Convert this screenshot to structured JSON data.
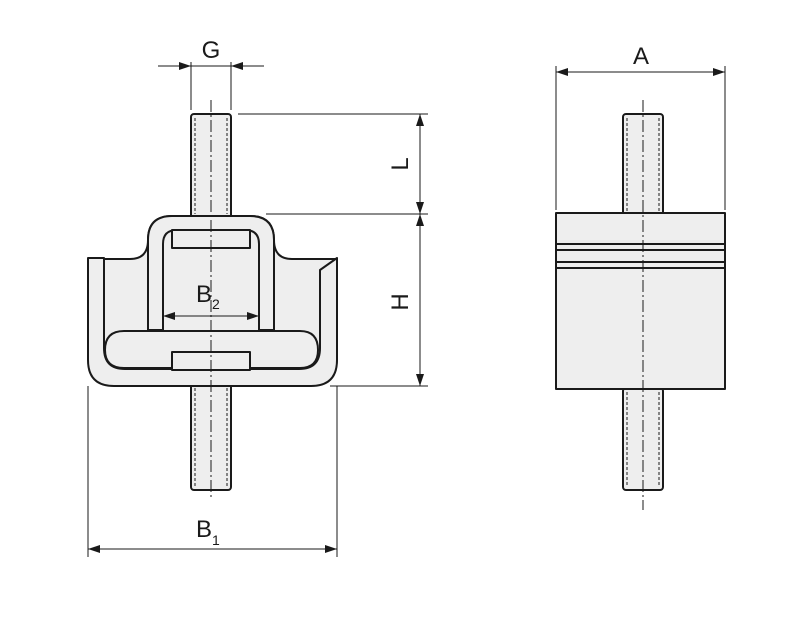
{
  "dimensions": {
    "G": "G",
    "L": "L",
    "H": "H",
    "A": "A",
    "B1": {
      "letter": "B",
      "index": "1"
    },
    "B2": {
      "letter": "B",
      "index": "2"
    }
  }
}
